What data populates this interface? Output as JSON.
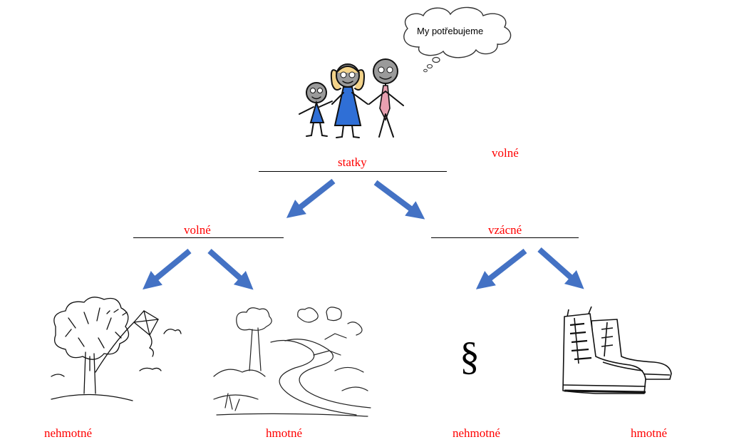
{
  "speech_bubble": {
    "text": "My potřebujeme"
  },
  "labels": {
    "top_right": "volné",
    "root": "statky",
    "left_branch": "volné",
    "right_branch": "vzácné",
    "leaf_1": "nehmotné",
    "leaf_2": "hmotné",
    "leaf_3": "nehmotné",
    "leaf_4": "hmotné"
  },
  "symbols": {
    "section_sign": "§"
  },
  "colors": {
    "label": "#ff0000",
    "arrow": "#4472c4",
    "rule": "#000000",
    "dress": "#2f6fd6",
    "tie": "#e8a0b0"
  },
  "icons": [
    "family-icon",
    "thought-bubble-icon",
    "tree-kite-icon",
    "landscape-path-icon",
    "boots-icon"
  ]
}
